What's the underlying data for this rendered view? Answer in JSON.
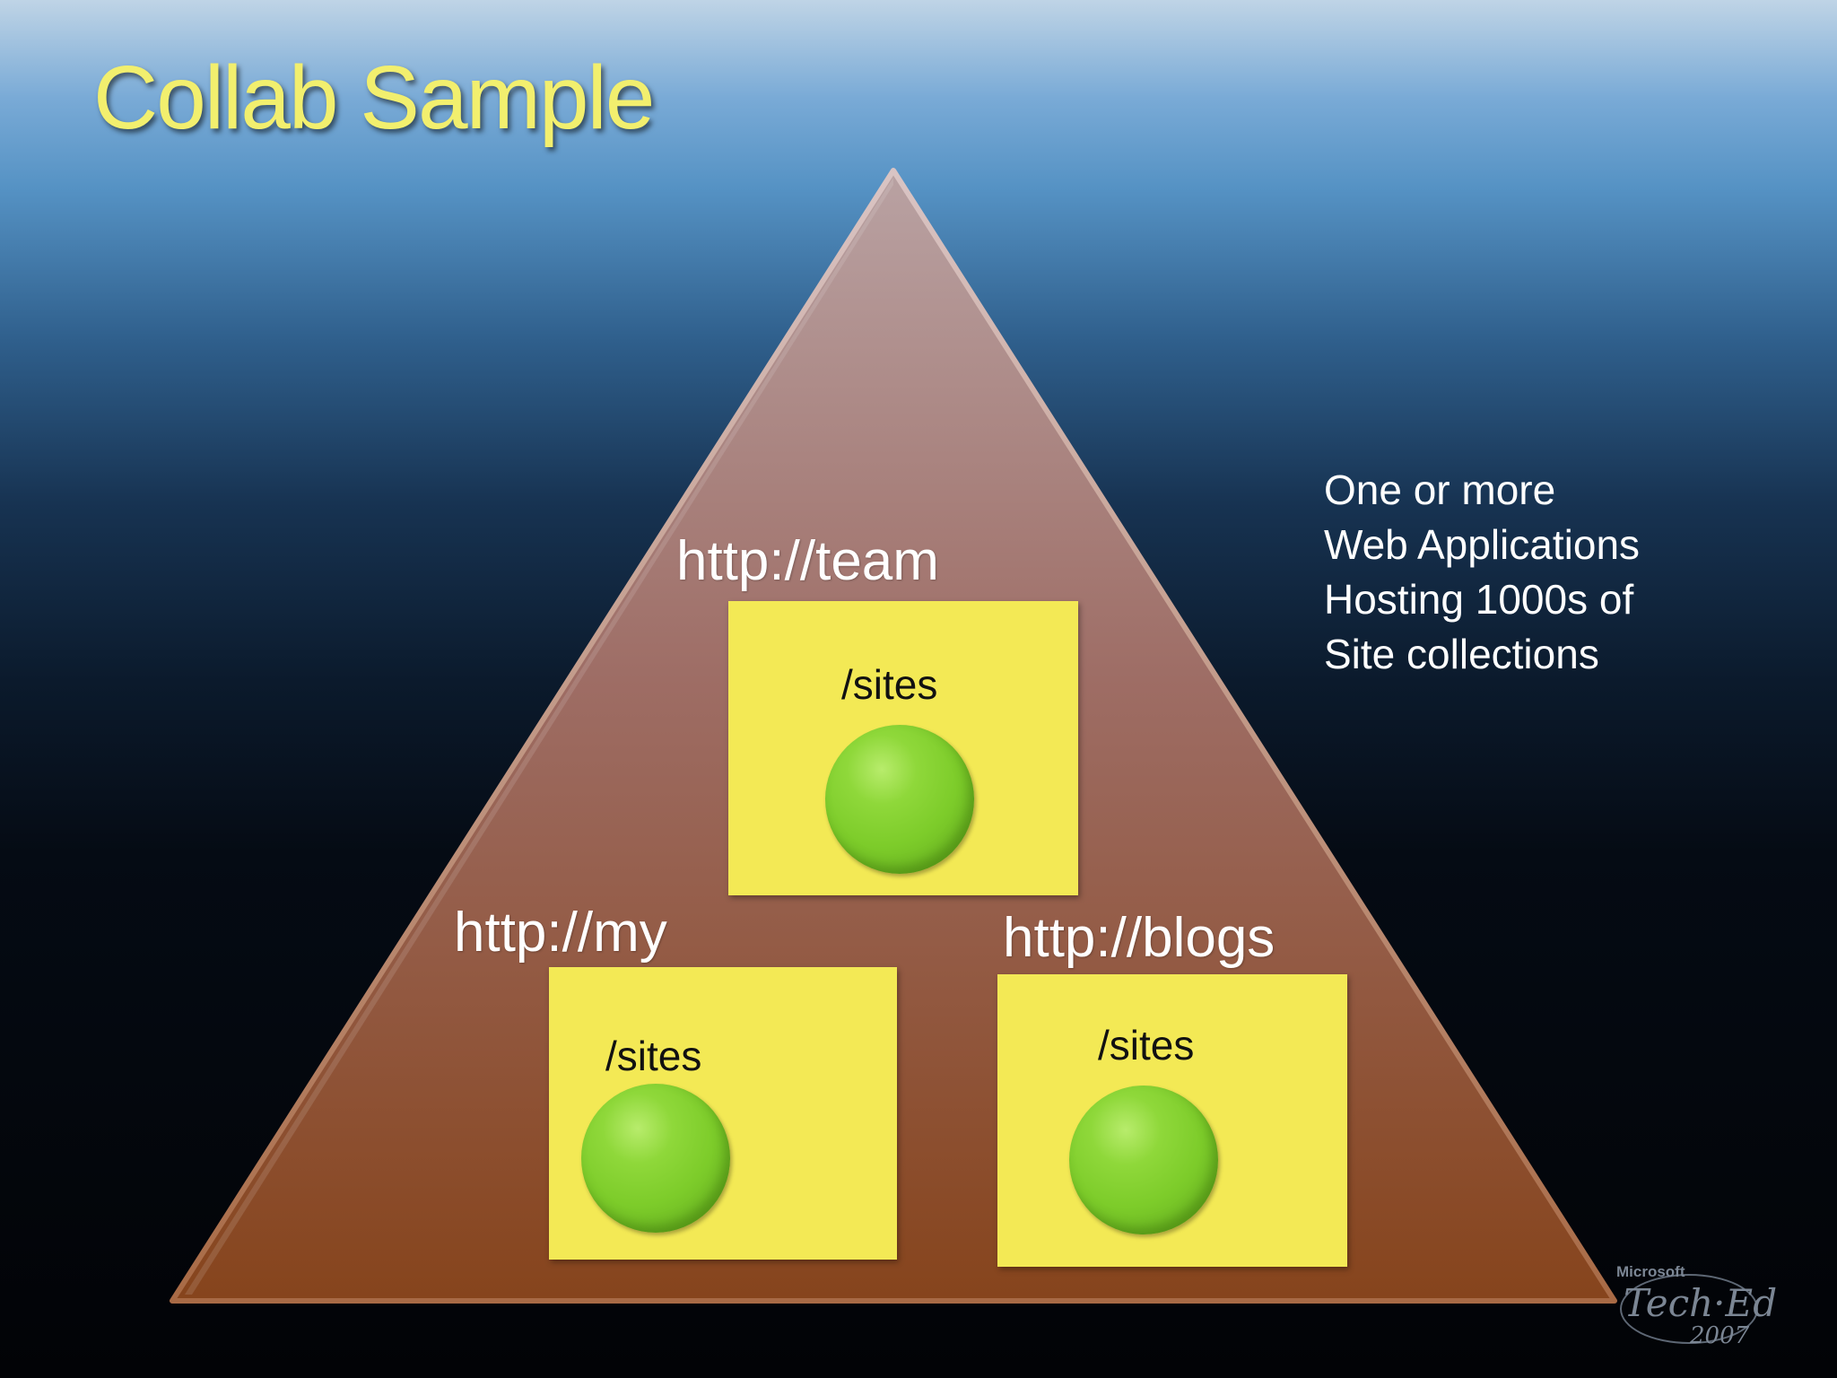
{
  "slide": {
    "title": "Collab Sample",
    "colors": {
      "title": "#f2ef6e",
      "pyramid_top": "#b59b9a",
      "pyramid_bottom": "#84421d",
      "box_fill": "#f3e955",
      "site_circle": "#7dcc2a",
      "url_text": "#ffffff"
    }
  },
  "web_apps": [
    {
      "url": "http://team",
      "path": "/sites",
      "icon": "site-collection-circle"
    },
    {
      "url": "http://my",
      "path": "/sites",
      "icon": "site-collection-circle"
    },
    {
      "url": "http://blogs",
      "path": "/sites",
      "icon": "site-collection-circle"
    }
  ],
  "note": {
    "lines": [
      "One or more",
      "Web Applications",
      "Hosting 1000s of",
      "Site collections"
    ]
  },
  "logo": {
    "line1": "Microsoft",
    "line2": "Tech·Ed",
    "line3": "2007"
  }
}
